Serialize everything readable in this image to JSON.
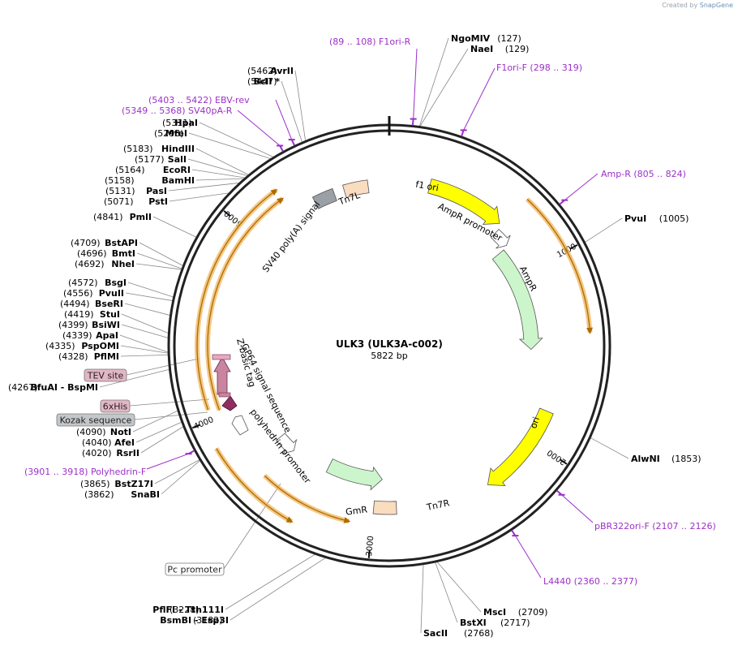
{
  "credit": {
    "prefix": "Created by",
    "brand": "SnapGene"
  },
  "plasmid": {
    "name": "ULK3 (ULK3A-c002)",
    "size": "5822 bp",
    "length": 5822
  },
  "ticks": [
    "1000",
    "2000",
    "3000",
    "4000",
    "5000"
  ],
  "sites": [
    {
      "id": "ngomiv",
      "pos": 127,
      "name": "NgoMIV",
      "num": "(127)",
      "side": "r"
    },
    {
      "id": "naei",
      "pos": 129,
      "name": "NaeI",
      "num": "(129)",
      "side": "r"
    },
    {
      "id": "pvui",
      "pos": 1005,
      "name": "PvuI",
      "num": "(1005)",
      "side": "r"
    },
    {
      "id": "alwni",
      "pos": 1853,
      "name": "AlwNI",
      "num": "(1853)",
      "side": "r"
    },
    {
      "id": "msci",
      "pos": 2709,
      "name": "MscI",
      "num": "(2709)",
      "side": "r"
    },
    {
      "id": "bstxi",
      "pos": 2717,
      "name": "BstXI",
      "num": "(2717)",
      "side": "r"
    },
    {
      "id": "sacii",
      "pos": 2768,
      "name": "SacII",
      "num": "(2768)",
      "side": "r"
    },
    {
      "id": "pflfi",
      "pos": 3228,
      "name": "PflFI - Tth111I",
      "num": "(3228)",
      "side": "l"
    },
    {
      "id": "bsmbi",
      "pos": 3182,
      "name": "BsmBI - Esp3I",
      "num": "(3182)",
      "side": "l"
    },
    {
      "id": "snabi",
      "pos": 3862,
      "name": "SnaBI",
      "num": "(3862)",
      "side": "l"
    },
    {
      "id": "bstz17i",
      "pos": 3865,
      "name": "BstZ17I",
      "num": "(3865)",
      "side": "l"
    },
    {
      "id": "rsrii",
      "pos": 4020,
      "name": "RsrII",
      "num": "(4020)",
      "side": "l"
    },
    {
      "id": "afei",
      "pos": 4040,
      "name": "AfeI",
      "num": "(4040)",
      "side": "l"
    },
    {
      "id": "noti",
      "pos": 4090,
      "name": "NotI",
      "num": "(4090)",
      "side": "l"
    },
    {
      "id": "bfuai",
      "pos": 4267,
      "name": "BfuAI - BspMI",
      "num": "(4267)",
      "side": "l"
    },
    {
      "id": "pflmi",
      "pos": 4328,
      "name": "PflMI",
      "num": "(4328)",
      "side": "l"
    },
    {
      "id": "pspomi",
      "pos": 4335,
      "name": "PspOMI",
      "num": "(4335)",
      "side": "l"
    },
    {
      "id": "apai",
      "pos": 4339,
      "name": "ApaI",
      "num": "(4339)",
      "side": "l"
    },
    {
      "id": "bsiwi",
      "pos": 4399,
      "name": "BsiWI",
      "num": "(4399)",
      "side": "l"
    },
    {
      "id": "stui",
      "pos": 4419,
      "name": "StuI",
      "num": "(4419)",
      "side": "l"
    },
    {
      "id": "bseri",
      "pos": 4494,
      "name": "BseRI",
      "num": "(4494)",
      "side": "l"
    },
    {
      "id": "pvuii",
      "pos": 4556,
      "name": "PvuII",
      "num": "(4556)",
      "side": "l"
    },
    {
      "id": "bsgi",
      "pos": 4572,
      "name": "BsgI",
      "num": "(4572)",
      "side": "l"
    },
    {
      "id": "nhei",
      "pos": 4692,
      "name": "NheI",
      "num": "(4692)",
      "side": "l"
    },
    {
      "id": "bmti",
      "pos": 4696,
      "name": "BmtI",
      "num": "(4696)",
      "side": "l"
    },
    {
      "id": "bstapi",
      "pos": 4709,
      "name": "BstAPI",
      "num": "(4709)",
      "side": "l"
    },
    {
      "id": "pmli",
      "pos": 4841,
      "name": "PmlI",
      "num": "(4841)",
      "side": "l"
    },
    {
      "id": "psti",
      "pos": 5071,
      "name": "PstI",
      "num": "(5071)",
      "side": "l"
    },
    {
      "id": "pasi",
      "pos": 5131,
      "name": "PasI",
      "num": "(5131)",
      "side": "l"
    },
    {
      "id": "bamhi",
      "pos": 5158,
      "name": "BamHI",
      "num": "(5158)",
      "side": "l"
    },
    {
      "id": "ecori",
      "pos": 5164,
      "name": "EcoRI",
      "num": "(5164)",
      "side": "l"
    },
    {
      "id": "sali",
      "pos": 5177,
      "name": "SalI",
      "num": "(5177)",
      "side": "l"
    },
    {
      "id": "hindiii",
      "pos": 5183,
      "name": "HindIII",
      "num": "(5183)",
      "side": "l"
    },
    {
      "id": "mfei",
      "pos": 5298,
      "name": "MfeI",
      "num": "(5298)",
      "side": "l"
    },
    {
      "id": "hpai",
      "pos": 5311,
      "name": "HpaI",
      "num": "(5311)",
      "side": "l"
    },
    {
      "id": "bcli",
      "pos": 5447,
      "name": "BclI *",
      "num": "(5447)",
      "side": "l"
    },
    {
      "id": "avrii",
      "pos": 5462,
      "name": "AvrII",
      "num": "(5462)",
      "side": "l"
    }
  ],
  "primers": [
    {
      "id": "f1ori-r",
      "pos": 98,
      "label": "(89 .. 108)  F1ori-R"
    },
    {
      "id": "f1ori-f",
      "pos": 308,
      "label": "F1ori-F   (298 .. 319)"
    },
    {
      "id": "amp-r",
      "pos": 814,
      "label": "Amp-R     (805 .. 824)"
    },
    {
      "id": "pbr322ori-f",
      "pos": 2116,
      "label": "pBR322ori-F     (2107 .. 2126)"
    },
    {
      "id": "l4440",
      "pos": 2368,
      "label": "L4440     (2360 .. 2377)"
    },
    {
      "id": "polyhedrin-f",
      "pos": 3909,
      "label": "(3901 .. 3918)  Polyhedrin-F"
    },
    {
      "id": "sv40pa-r",
      "pos": 5358,
      "label": "(5349 .. 5368)  SV40pA-R"
    },
    {
      "id": "ebv-rev",
      "pos": 5412,
      "label": "(5403 .. 5422)  EBV-rev"
    }
  ],
  "boxed_labels": [
    {
      "id": "tev-site",
      "label": "TEV site",
      "pos": 4300,
      "fill": "#e3b6c6"
    },
    {
      "id": "6xhis",
      "label": "6xHis",
      "pos": 4180,
      "fill": "#e3b6c6"
    },
    {
      "id": "kozak",
      "label": "Kozak sequence",
      "pos": 4150,
      "fill": "#c4c7ca"
    },
    {
      "id": "pc-promoter",
      "label": "Pc promoter",
      "pos": 3700,
      "fill": "#ffffff"
    }
  ],
  "features": [
    {
      "id": "f1-ori",
      "label": "f1 ori",
      "color": "#ffff00"
    },
    {
      "id": "ampr-promoter",
      "label": "AmpR promoter",
      "color": "#ffffff"
    },
    {
      "id": "ampr",
      "label": "AmpR",
      "color": "#ccf5cc"
    },
    {
      "id": "ori",
      "label": "ori",
      "color": "#ffff00"
    },
    {
      "id": "gmr",
      "label": "GmR",
      "color": "#ccf5cc"
    },
    {
      "id": "tn7r",
      "label": "Tn7R",
      "color": "#fadcbf"
    },
    {
      "id": "polyhedrin-promoter",
      "label": "polyhedrin promoter",
      "color": "#ffffff"
    },
    {
      "id": "gp64",
      "label": "GP64 signal sequence",
      "color": "#c9859f"
    },
    {
      "id": "z-basic-tag",
      "label": "Z-basic tag",
      "color": "#8e2e5f"
    },
    {
      "id": "sv40-polya",
      "label": "SV40 poly(A) signal",
      "color": "#9aa0a6"
    },
    {
      "id": "tn7l",
      "label": "Tn7L",
      "color": "#fadcbf"
    }
  ],
  "colors": {
    "primer": "#9b30c8",
    "orf": "#f0b45a",
    "orf_line": "#ad6b00",
    "green_line": "#3a9a10",
    "backbone": "#222222"
  }
}
